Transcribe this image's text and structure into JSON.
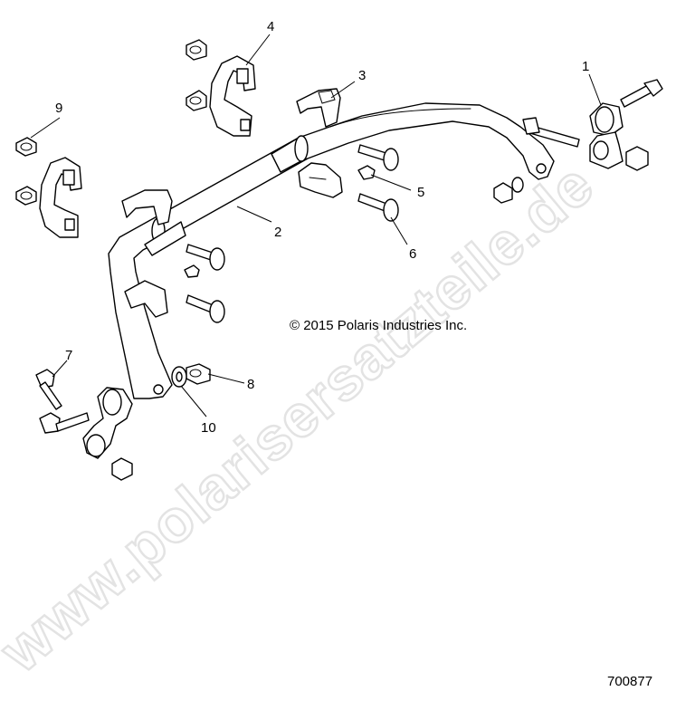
{
  "copyright": "© 2015 Polaris Industries Inc.",
  "drawing_number": "700877",
  "watermark": "www.polarisersatzteile.de",
  "callouts": {
    "c1": "1",
    "c2": "2",
    "c3": "3",
    "c4": "4",
    "c5": "5",
    "c6": "6",
    "c7": "7",
    "c8": "8",
    "c9": "9",
    "c10": "10"
  }
}
